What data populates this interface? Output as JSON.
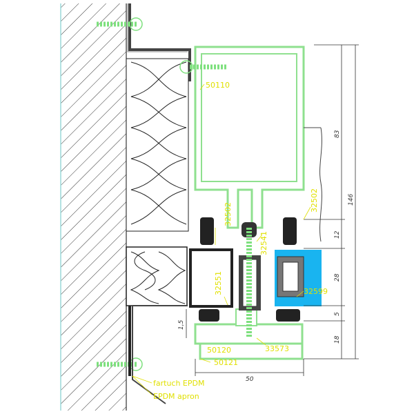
{
  "labels": {
    "p50110": "50110",
    "p32502_left": "32502",
    "p32502_right": "32502",
    "p32541": "32541",
    "p32551": "32551",
    "p32599": "32599",
    "p50120": "50120",
    "p33573": "33573",
    "p50121": "50121",
    "apron_pl": "fartuch EPDM",
    "apron_en": "EPDM apron"
  },
  "dimensions": {
    "d83": "83",
    "d146": "146",
    "d12": "12",
    "d28": "28",
    "d5": "5",
    "d18": "18",
    "d1_5": "1,5",
    "d50": "50"
  },
  "colors": {
    "wall_fill": "#ffffff",
    "hatch": "#333333",
    "wall_edge": "#9ad8d8",
    "profile_fill": "#ffffff",
    "profile_stroke": "#8fe08f",
    "gasket": "#222222",
    "glass": "#19b4f0",
    "screw": "#7ee07e",
    "label": "#e0e000",
    "dim_line": "#333333"
  }
}
